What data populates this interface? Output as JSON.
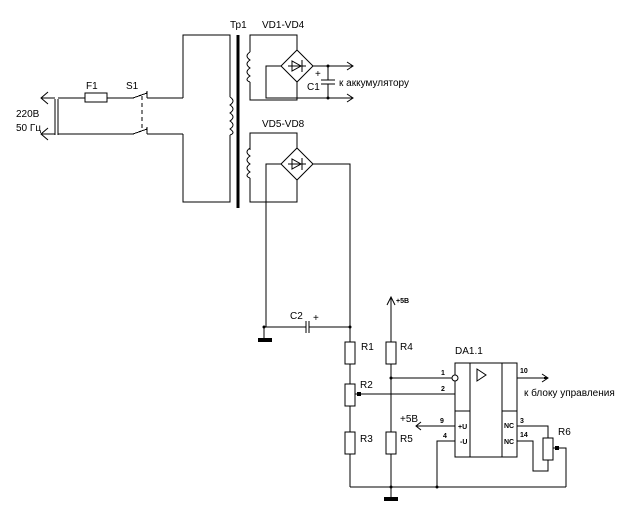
{
  "diagram": {
    "title": "Battery charger circuit schematic",
    "labels": {
      "mains_voltage": "220В",
      "mains_freq": "50 Гц",
      "fuse": "F1",
      "switch": "S1",
      "transformer": "Тр1",
      "bridge1": "VD1-VD4",
      "bridge2": "VD5-VD8",
      "cap1": "C1",
      "cap1_polarity": "+",
      "battery_out": "к аккумулятору",
      "cap2": "C2",
      "cap2_polarity": "+",
      "r1": "R1",
      "r2": "R2",
      "r3": "R3",
      "r4": "R4",
      "r5": "R5",
      "r6": "R6",
      "supply_top": "+5В",
      "supply_mid": "+5В",
      "ic": "DA1.1",
      "control_out": "к блоку управления"
    },
    "ic_pins": {
      "p1": "1",
      "p2": "2",
      "p9": "9",
      "p4": "4",
      "p10": "10",
      "p3": "3",
      "p14": "14",
      "plus_u": "+U",
      "minus_u": "-U",
      "nc1": "NC",
      "nc2": "NC"
    }
  }
}
